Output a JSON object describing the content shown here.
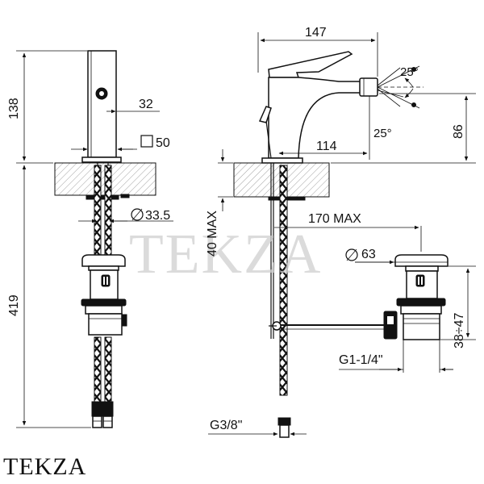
{
  "dimensions": {
    "top_height": "138",
    "lower_height": "419",
    "spout_tube_width": "32",
    "base_square": "50",
    "shank_diameter": "33.5",
    "total_length": "147",
    "angle_up": "25°",
    "angle_down": "25°",
    "spout_height": "86",
    "spout_reach": "114",
    "deck_thickness_max": "40 MAX",
    "waste_reach_max": "170 MAX",
    "waste_diameter": "63",
    "waste_height_range": "38÷47",
    "waste_thread": "G1-1/4\"",
    "supply_thread": "G3/8\""
  },
  "branding": {
    "watermark": "TEKZA",
    "logo": "TEKZA"
  }
}
